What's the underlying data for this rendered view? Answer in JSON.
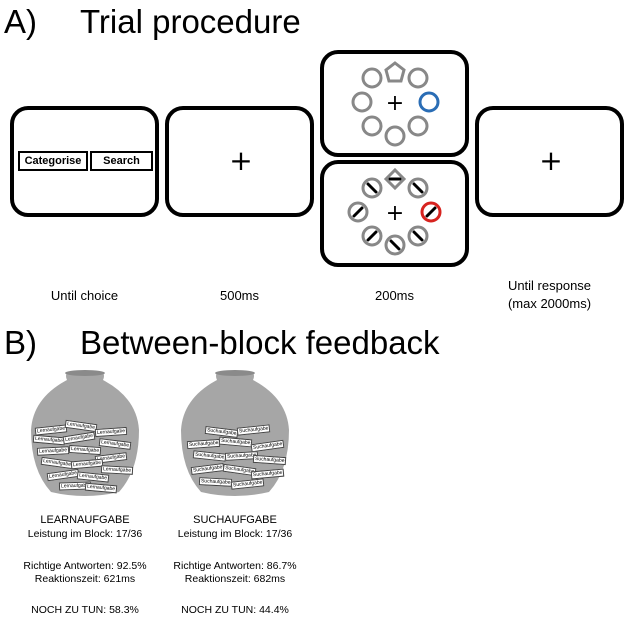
{
  "section_a": {
    "letter": "A)",
    "title": "Trial procedure"
  },
  "section_b": {
    "letter": "B)",
    "title": "Between-block feedback"
  },
  "trial": {
    "choice_buttons": [
      "Categorise",
      "Search"
    ],
    "fixation": "+",
    "timings": [
      "Until choice",
      "500ms",
      "200ms",
      "Until response",
      "(max 2000ms)"
    ],
    "target_colors": {
      "categorise": "#2a6db5",
      "search": "#d7231f",
      "distractor": "#888888"
    }
  },
  "feedback": {
    "learn": {
      "tag_word": "Lernaufgabe",
      "title": "LEARNAUFGABE",
      "block": "Leistung im Block: 17/36",
      "correct": "Richtige Antworten: 92.5%",
      "rt": "Reaktionszeit: 621ms",
      "todo": "NOCH ZU TUN: 58.3%"
    },
    "search": {
      "tag_word": "Suchaufgabe",
      "title": "SUCHAUFGABE",
      "block": "Leistung im Block: 17/36",
      "correct": "Richtige Antworten: 86.7%",
      "rt": "Reaktionszeit: 682ms",
      "todo": "NOCH ZU TUN: 44.4%"
    },
    "jar_color": "#a6a6a6"
  }
}
